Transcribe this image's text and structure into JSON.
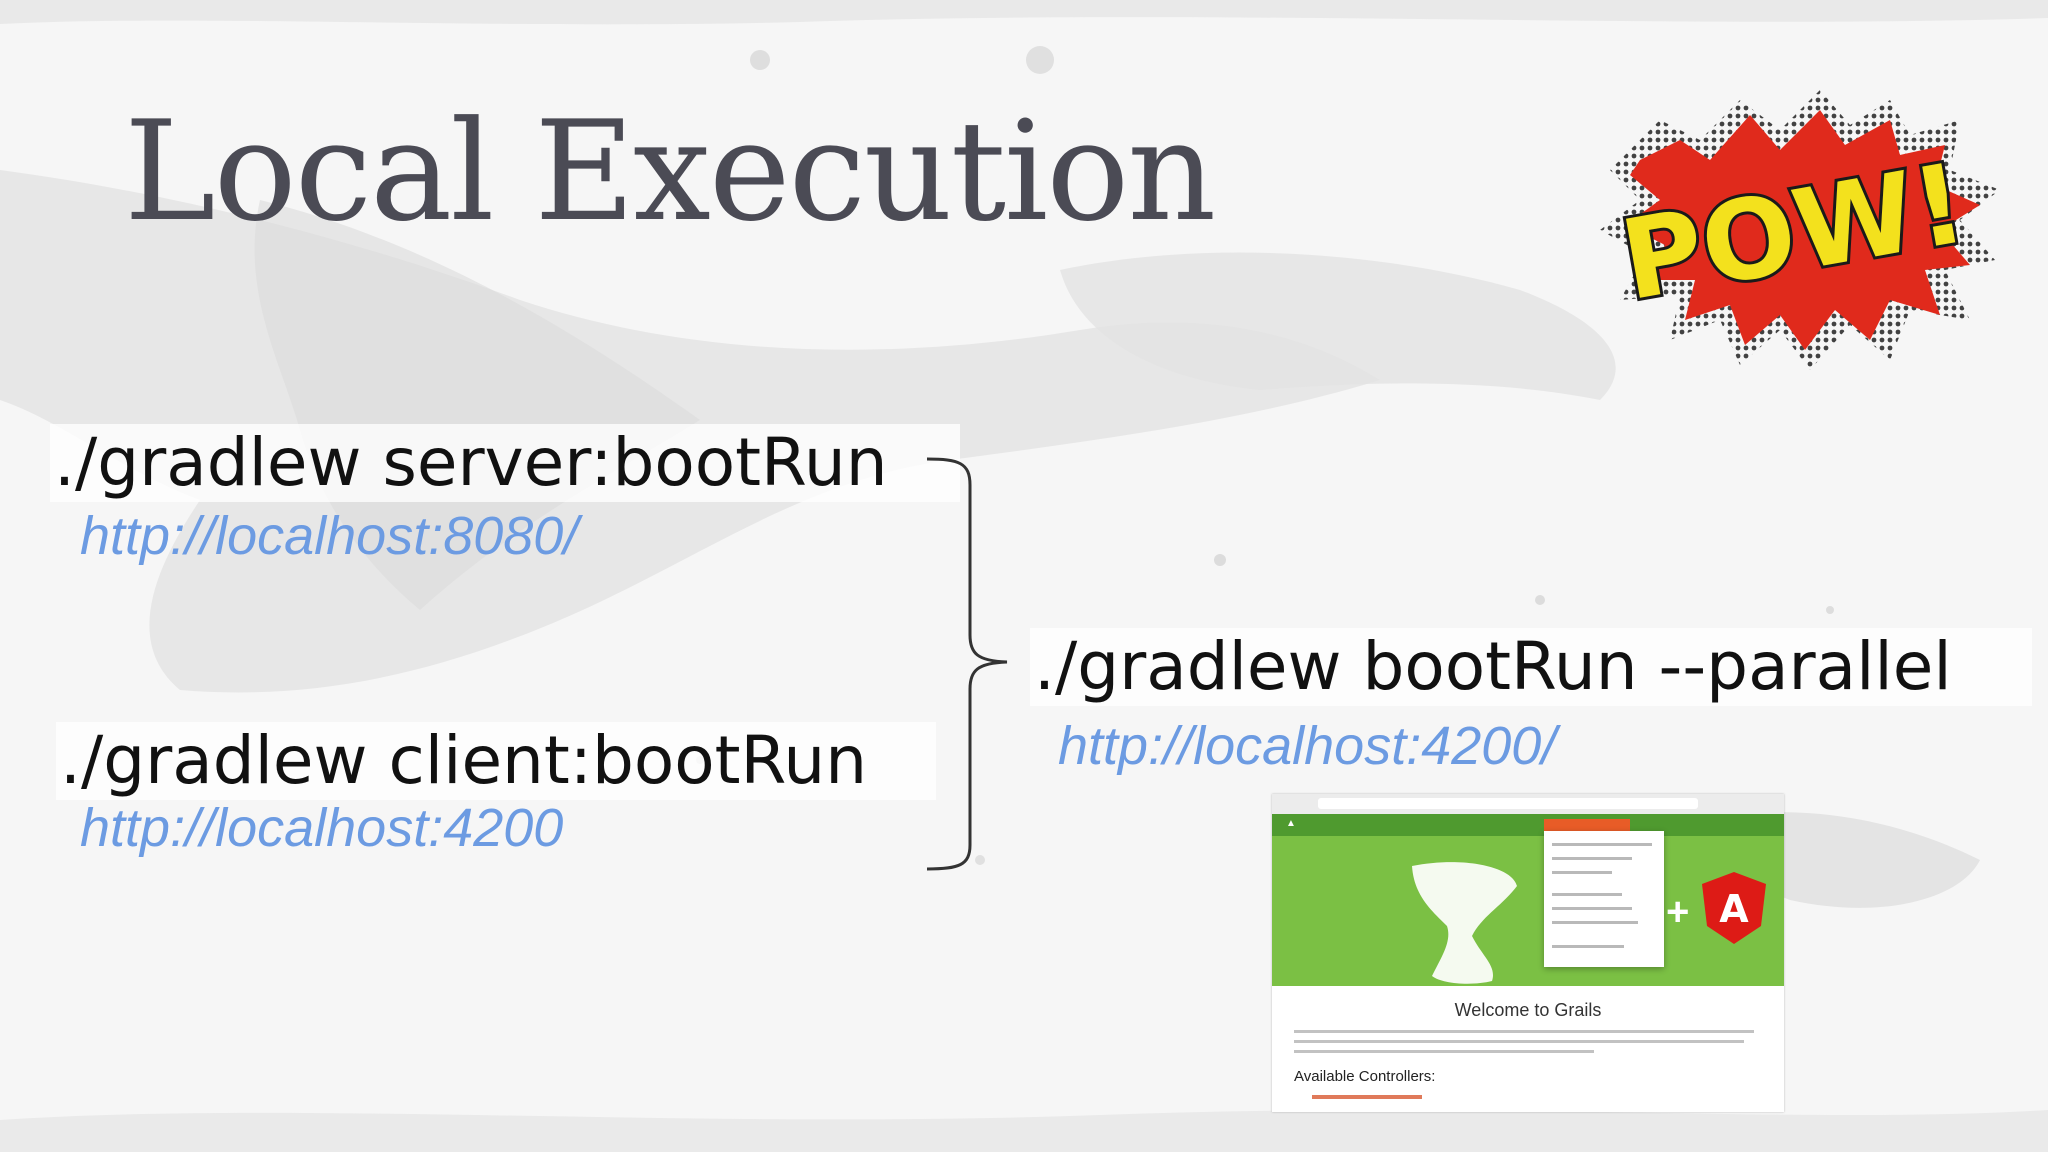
{
  "slide": {
    "title": "Local Execution",
    "commands": [
      {
        "command": "./gradlew server:bootRun",
        "url": "http://localhost:8080/"
      },
      {
        "command": "./gradlew client:bootRun",
        "url": "http://localhost:4200"
      },
      {
        "command": "./gradlew bootRun --parallel",
        "url": "http://localhost:4200/"
      }
    ],
    "pow_text": "POW!",
    "screenshot": {
      "welcome": "Welcome to Grails",
      "available_controllers": "Available Controllers:",
      "angular_letter": "A"
    }
  },
  "colors": {
    "title": "#4b4b55",
    "link": "#6c9be2",
    "pow_yellow": "#f3e11d",
    "pow_red": "#e02a1c",
    "grails_green": "#7bc044",
    "angular_red": "#dd1b16"
  }
}
